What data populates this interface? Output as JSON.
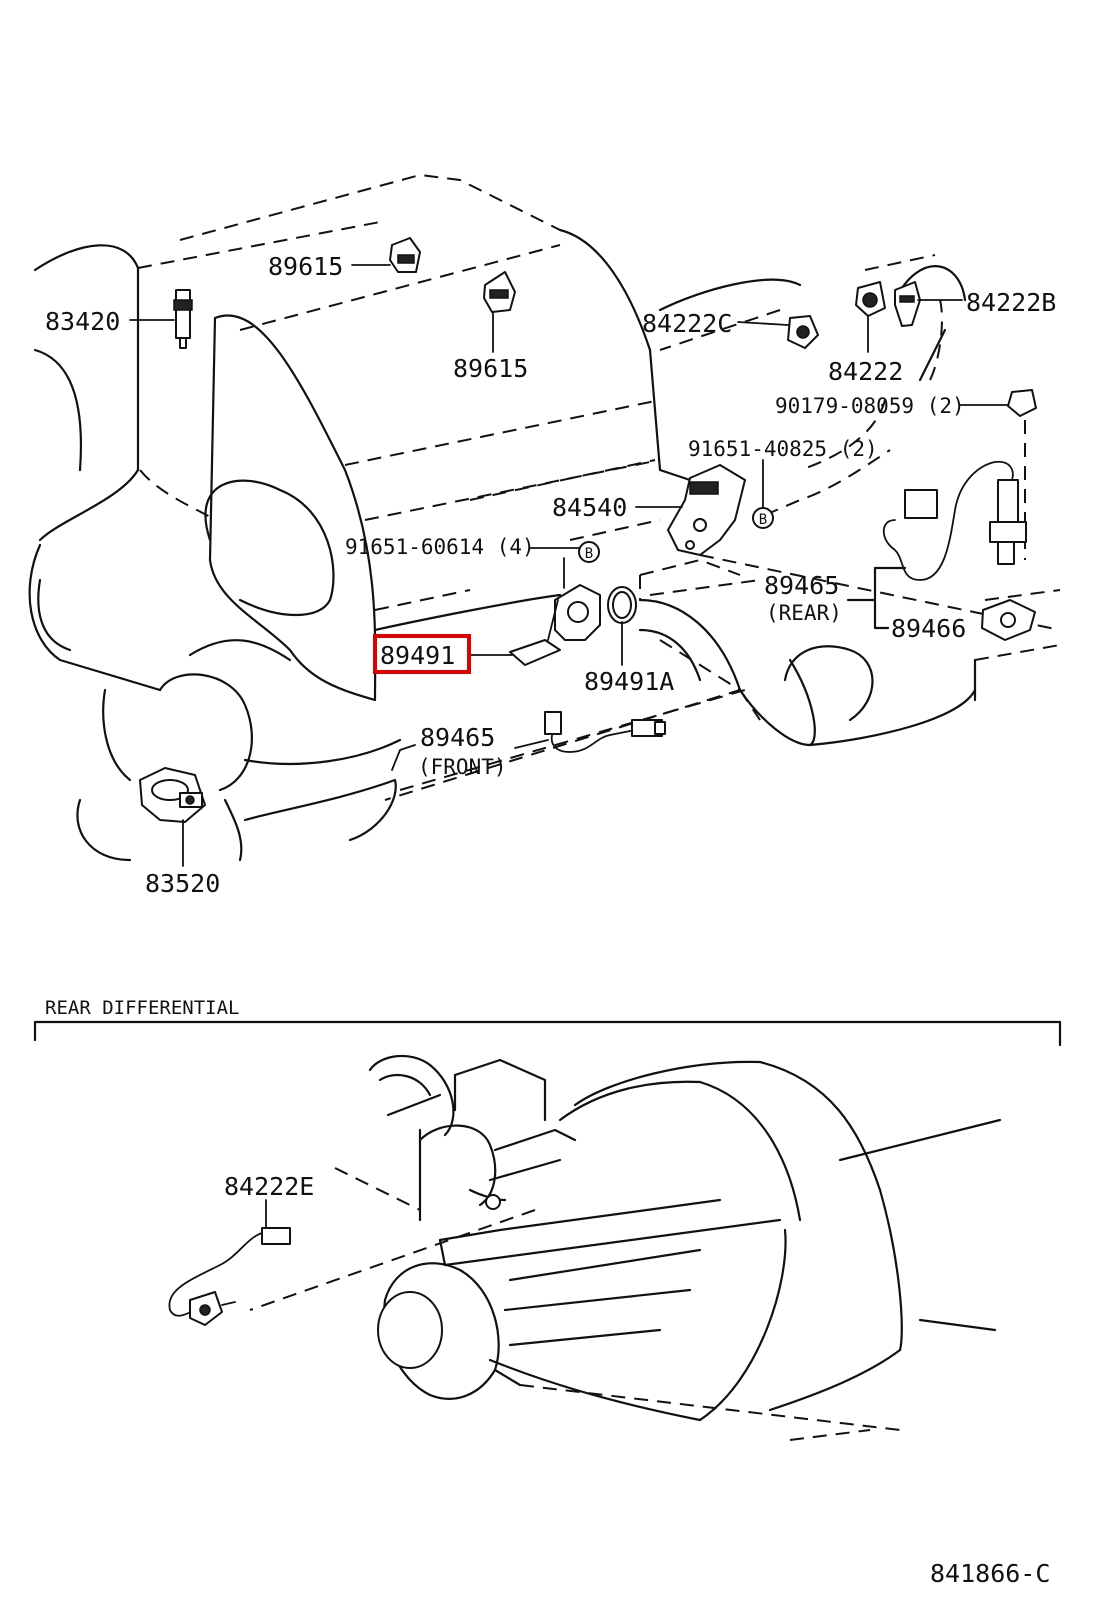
{
  "parts": {
    "p89615_top": "89615",
    "p83420": "83420",
    "p89615_mid": "89615",
    "p84222C": "84222C",
    "p84222": "84222",
    "p84222B": "84222B",
    "p90179": "90179-08059 (2)",
    "p91651_40825": "91651-40825 (2)",
    "p84540": "84540",
    "p91651_60614": "91651-60614 (4)",
    "p89465_rear": "89465",
    "p89465_rear_sub": "(REAR)",
    "p89466": "89466",
    "p89491": "89491",
    "p89491A": "89491A",
    "p89465_front": "89465",
    "p89465_front_sub": "(FRONT)",
    "p83520": "83520",
    "p84222E": "84222E",
    "bolt_marker": "B"
  },
  "section_title": "REAR DIFFERENTIAL",
  "figure_code": "841866-C",
  "highlight_color": "#e00000"
}
